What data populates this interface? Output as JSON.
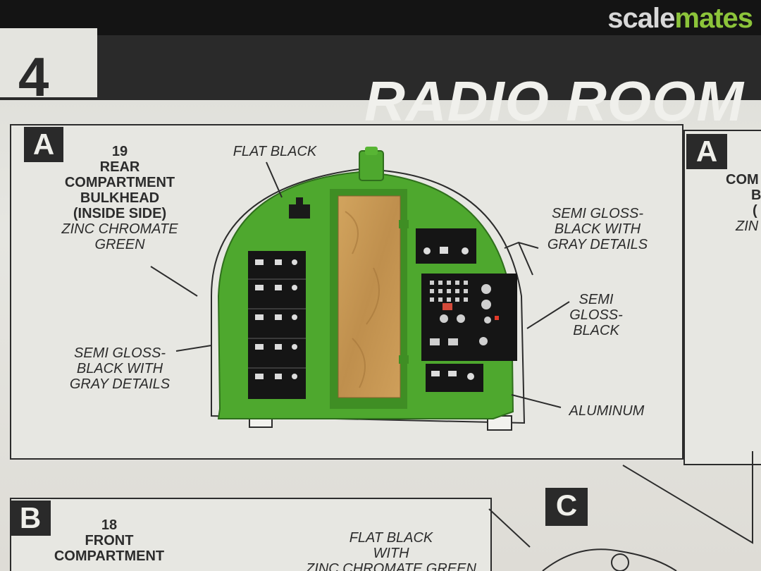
{
  "header": {
    "step_number": "4",
    "title": "RADIO ROOM",
    "brand_part1": "scale",
    "brand_part2": "mates",
    "brand_color": "#8cc43a"
  },
  "panel_a": {
    "letter": "A",
    "part_number": "19",
    "part_name_line1": "REAR",
    "part_name_line2": "COMPARTMENT",
    "part_name_line3": "BULKHEAD",
    "part_name_line4": "(INSIDE SIDE)",
    "part_color_line1": "ZINC CHROMATE",
    "part_color_line2": "GREEN",
    "callouts": {
      "flat_black": "FLAT BLACK",
      "semi_gloss_gray_right_1": "SEMI GLOSS-",
      "semi_gloss_gray_right_2": "BLACK WITH",
      "semi_gloss_gray_right_3": "GRAY DETAILS",
      "semi_gloss_1": "SEMI",
      "semi_gloss_2": "GLOSS-",
      "semi_gloss_3": "BLACK",
      "semi_gloss_gray_left_1": "SEMI GLOSS-",
      "semi_gloss_gray_left_2": "BLACK WITH",
      "semi_gloss_gray_left_3": "GRAY DETAILS",
      "aluminum": "ALUMINUM"
    }
  },
  "panel_a2": {
    "letter": "A",
    "frag1": "COM",
    "frag2": "B",
    "frag3": "(",
    "frag4": "ZIN"
  },
  "panel_b": {
    "letter": "B",
    "part_number": "18",
    "part_name_line1": "FRONT",
    "part_name_line2": "COMPARTMENT",
    "callout_line1": "FLAT BLACK",
    "callout_line2": "WITH",
    "callout_line3": "ZINC CHROMATE GREEN"
  },
  "panel_c": {
    "letter": "C"
  },
  "colors": {
    "green": "#4ea82e",
    "wood": "#c99a55",
    "black": "#151515",
    "ink": "#2c2c2c"
  }
}
